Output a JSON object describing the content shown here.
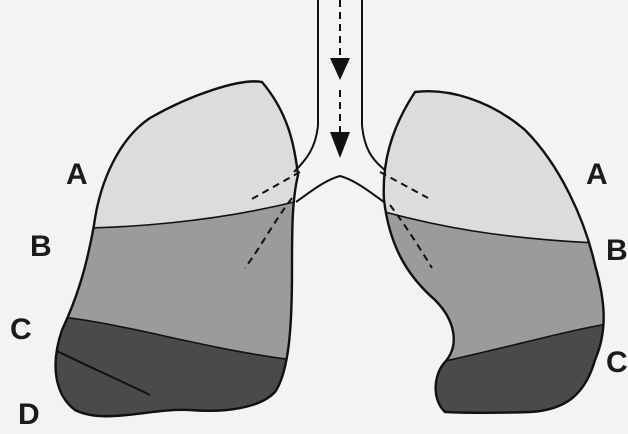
{
  "labels": {
    "left": [
      "A",
      "B",
      "C",
      "D"
    ],
    "right": [
      "A",
      "B",
      "C"
    ]
  },
  "colors": {
    "zone_a": "#dcdcdc",
    "zone_b": "#9b9b9b",
    "zone_c": "#4a4a4a",
    "outline": "#111111",
    "background": "#f4f3f1"
  },
  "icons": [
    "airflow-arrow-icon"
  ]
}
